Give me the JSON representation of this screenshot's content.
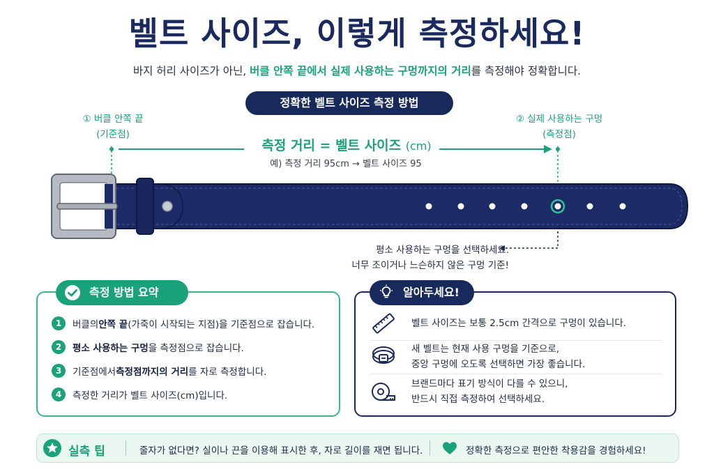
{
  "header": {
    "title": "벨트 사이즈, 이렇게 측정하세요!",
    "subtitle_pre": "바지 허리 사이즈가 아닌, ",
    "subtitle_highlight": "버클 안쪽 끝에서 실제 사용하는 구멍까지의 거리",
    "subtitle_post": "를 측정해야 정확합니다."
  },
  "method_pill": "정확한 벨트 사이즈 측정 방법",
  "diagram": {
    "start_label_line1": "① 버클 안쪽 끝",
    "start_label_line2": "(기준점)",
    "end_label_line1": "② 실제 사용하는 구멍",
    "end_label_line2": "(측정점)",
    "formula": "측정 거리 = 벨트 사이즈",
    "formula_unit": "(cm)",
    "example": "예) 측정 거리 95cm → 벨트 사이즈 95",
    "hint_line1": "평소 사용하는 구멍을 선택하세요.",
    "hint_line2": "너무 조이거나 느슨하지 않은 구멍 기준!",
    "accent": "#1aa37a",
    "belt_color": "#1c2b66"
  },
  "summary": {
    "badge": "측정 방법 요약",
    "steps": [
      {
        "num": "1",
        "pre": "버클의 ",
        "bold": "안쪽 끝",
        "post": "(가죽이 시작되는 지점)을 기준점으로 잡습니다."
      },
      {
        "num": "2",
        "pre": "",
        "bold": "평소 사용하는 구멍",
        "post": "을 측정점으로 잡습니다."
      },
      {
        "num": "3",
        "pre": "기준점에서 ",
        "bold": "측정점까지의 거리",
        "post": "를 자로 측정합니다."
      },
      {
        "num": "4",
        "pre": "측정한 거리가 벨트 사이즈(cm)입니다.",
        "bold": "",
        "post": ""
      }
    ]
  },
  "tips": {
    "badge": "알아두세요!",
    "items": [
      {
        "icon": "ruler-icon",
        "line1": "벨트 사이즈는 보통 2.5cm 간격으로 구멍이 있습니다.",
        "line2": ""
      },
      {
        "icon": "belt-icon",
        "line1": "새 벨트는 현재 사용 구멍을 기준으로,",
        "line2": "중앙 구멍에 오도록 선택하면 가장 좋습니다."
      },
      {
        "icon": "tape-measure-icon",
        "line1": "브랜드마다 표기 방식이 다를 수 있으니,",
        "line2": "반드시 직접 측정하여 선택하세요."
      }
    ]
  },
  "bottom_bar": {
    "title": "실측 팁",
    "text": "줄자가 없다면? 실이나 끈을 이용해 표시한 후, 자로 길이를 재면 됩니다.",
    "text2": "정확한 측정으로 편안한 착용감을 경험하세요!"
  }
}
